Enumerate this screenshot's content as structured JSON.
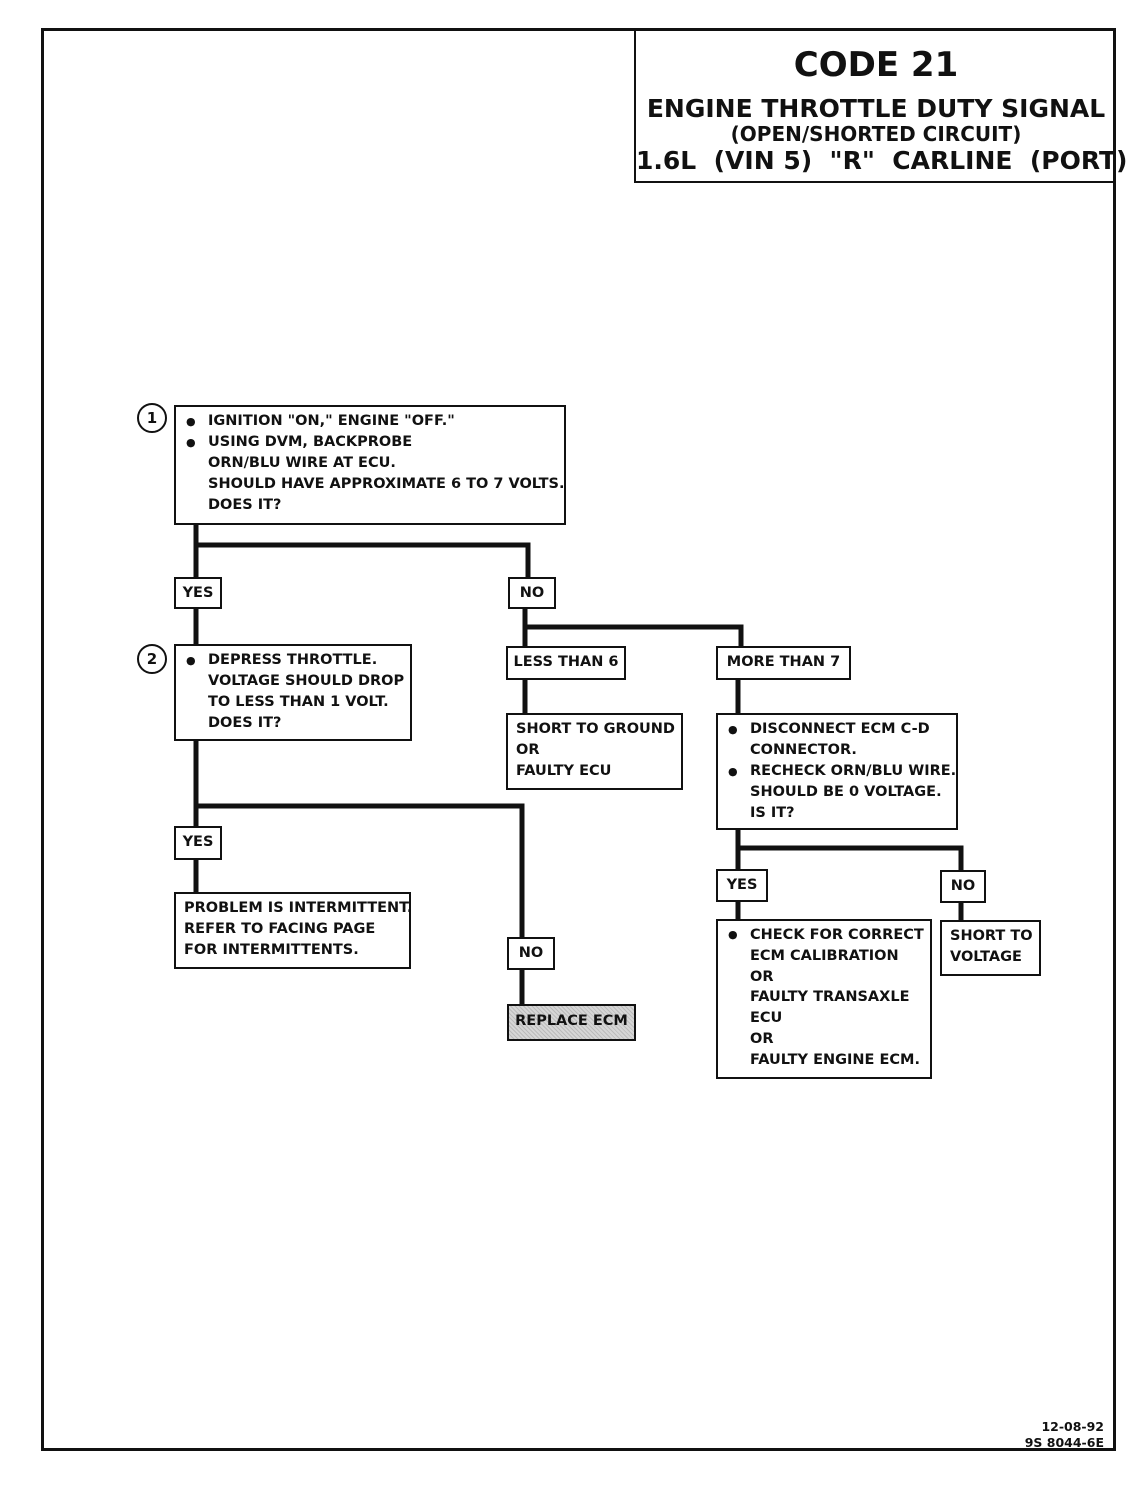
{
  "header": {
    "code": "CODE 21",
    "title": "ENGINE THROTTLE DUTY SIGNAL",
    "subtitle": "(OPEN/SHORTED CIRCUIT)",
    "vehicle": "1.6L  (VIN 5)  \"R\"  CARLINE  (PORT)"
  },
  "steps": {
    "step1_number": "1",
    "step2_number": "2"
  },
  "box1": {
    "b1": "IGNITION \"ON,\" ENGINE \"OFF.\"",
    "b2": "USING DVM, BACKPROBE",
    "b2c1": "ORN/BLU WIRE AT ECU.",
    "b2c2": "SHOULD HAVE APPROXIMATE 6 TO 7 VOLTS.",
    "b2c3": "DOES IT?"
  },
  "box2": {
    "b1": "DEPRESS THROTTLE.",
    "c1": "VOLTAGE SHOULD DROP",
    "c2": "TO LESS THAN 1 VOLT.",
    "c3": "DOES IT?"
  },
  "labels": {
    "yes1": "YES",
    "no1": "NO",
    "yes2": "YES",
    "no2": "NO",
    "less_than_6": "LESS THAN 6",
    "more_than_7": "MORE THAN 7",
    "yes3": "YES",
    "no3": "NO"
  },
  "results": {
    "short_ground": [
      "SHORT TO GROUND",
      "OR",
      "FAULTY ECU"
    ],
    "intermittent": [
      "PROBLEM IS INTERMITTENT.",
      "REFER TO FACING PAGE",
      "FOR INTERMITTENTS."
    ],
    "replace_ecm": "REPLACE ECM",
    "short_voltage": [
      "SHORT TO",
      "VOLTAGE"
    ]
  },
  "disconnect_box": {
    "b1": "DISCONNECT ECM C-D",
    "b1c": "CONNECTOR.",
    "b2": "RECHECK ORN/BLU WIRE.",
    "b2c1": "SHOULD BE 0 VOLTAGE.",
    "b2c2": "IS IT?"
  },
  "calibration_box": {
    "b1": "CHECK FOR CORRECT",
    "c1": "ECM CALIBRATION",
    "c2": "OR",
    "c3": "FAULTY TRANSAXLE",
    "c4": "ECU",
    "c5": "OR",
    "c6": "FAULTY ENGINE ECM."
  },
  "footer": {
    "date": "12-08-92",
    "doc_number": "9S 8044-6E"
  }
}
